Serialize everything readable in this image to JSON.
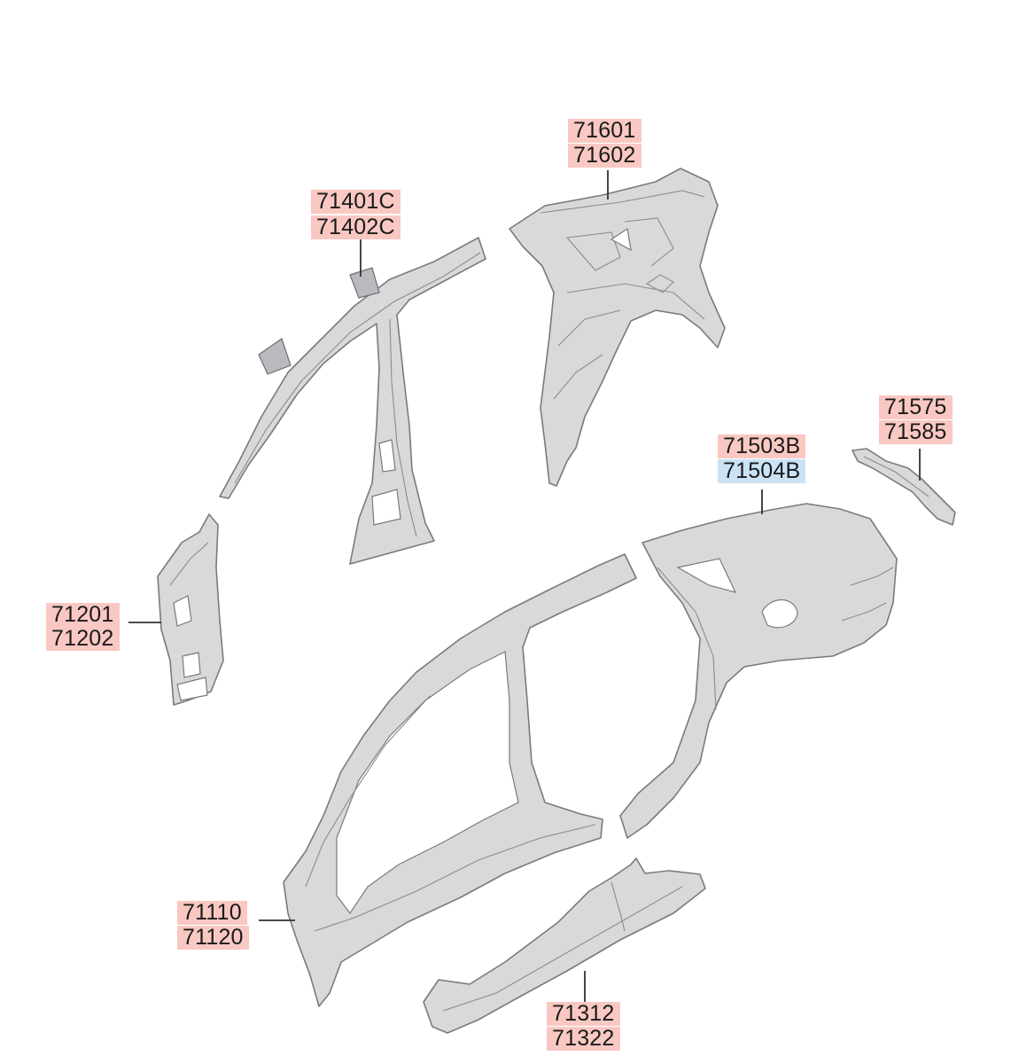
{
  "callouts": {
    "c71601": [
      "71601",
      "71602"
    ],
    "c71401": [
      "71401C",
      "71402C"
    ],
    "c71575": [
      "71575",
      "71585"
    ],
    "c71503": [
      "71503B",
      "71504B"
    ],
    "c71201": [
      "71201",
      "71202"
    ],
    "c71110": [
      "71110",
      "71120"
    ],
    "c71312": [
      "71312",
      "71322"
    ]
  },
  "colors": {
    "highlight_red": "#f9c8c2",
    "highlight_blue": "#c9e2f6",
    "part_fill": "#d9d9db"
  }
}
